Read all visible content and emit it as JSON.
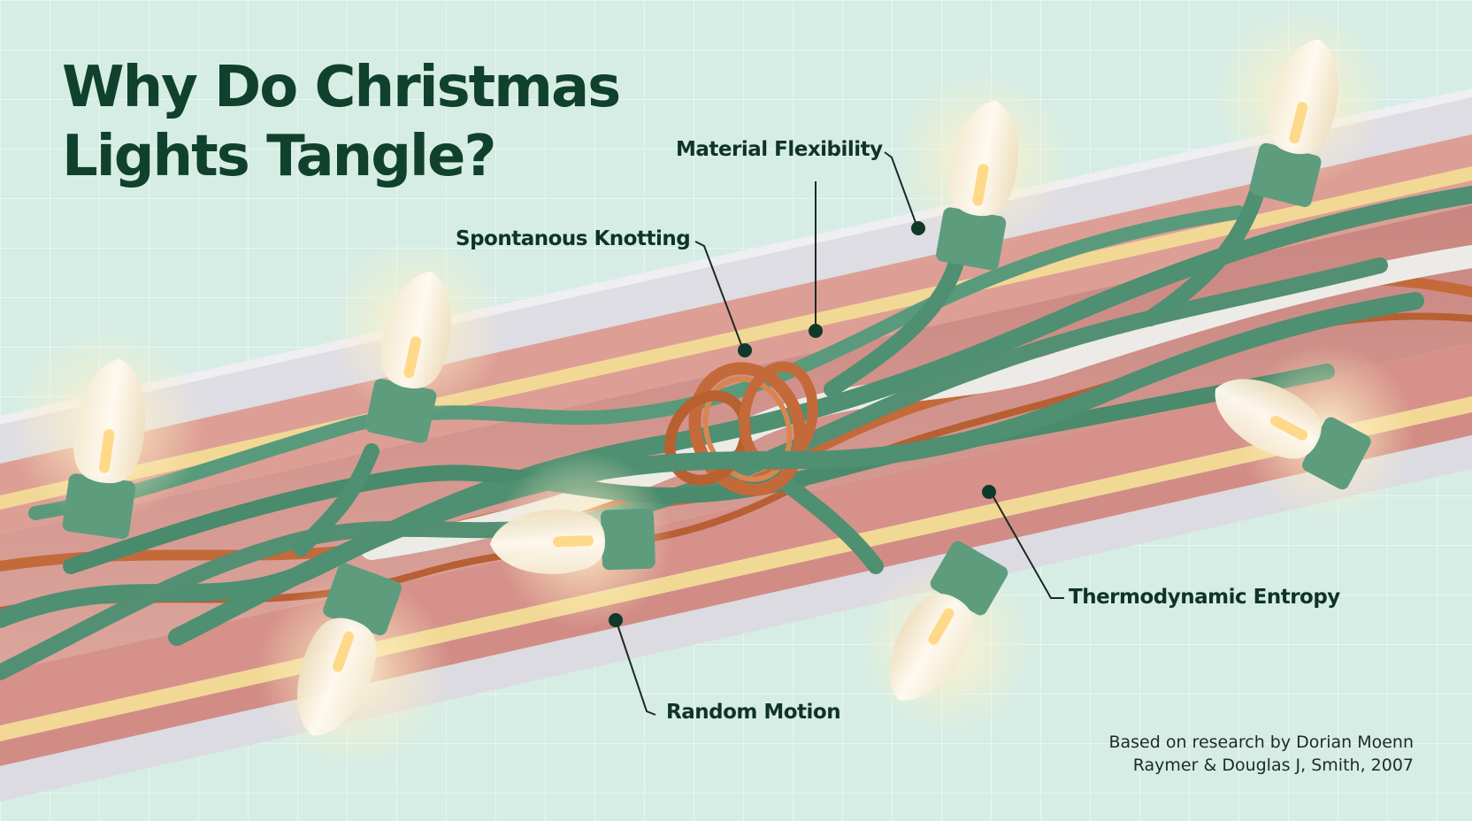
{
  "title": {
    "line1": "Why Do Christmas",
    "line2": "Lights Tangle?"
  },
  "labels": {
    "material_flexibility": "Material Flexibility",
    "spontaneous_knotting": "Spontanous Knotting",
    "thermodynamic_entropy": "Thermodynamic Entropy",
    "random_motion": "Random Motion"
  },
  "credit": {
    "line1": "Based on research by Dorian Mοenn",
    "line2": "Raymer & Douglas J, Smith, 2007"
  },
  "colors": {
    "background": "#d6ede5",
    "title": "#10412c",
    "cord": "#4f8f72",
    "socket": "#5e9c7e",
    "copper": "#c46a3a",
    "white_wire": "#eeebe6",
    "channel": "#d49a92",
    "stripe": "#f3dd9a",
    "bulb_glow": "#fff3cf"
  },
  "icons": [
    "light-bulb-icon",
    "knot-icon"
  ]
}
